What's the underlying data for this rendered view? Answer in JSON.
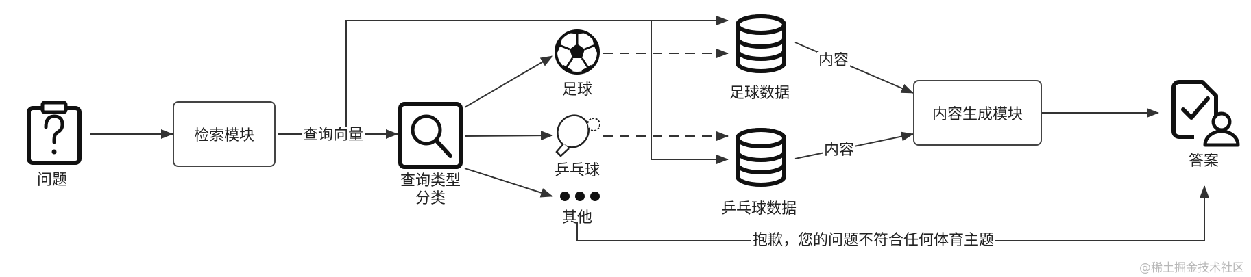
{
  "nodes": {
    "question": "问题",
    "retrieval_module": "检索模块",
    "query_vector": "查询向量",
    "query_type_line1": "查询类型",
    "query_type_line2": "分类",
    "football": "足球",
    "pingpong": "乒乓球",
    "other": "其他",
    "football_data": "足球数据",
    "pingpong_data": "乒乓球数据",
    "content_top": "内容",
    "content_bottom": "内容",
    "generation_module": "内容生成模块",
    "answer": "答案",
    "fallback": "抱歉，您的问题不符合任何体育主题"
  },
  "watermark": "@稀土掘金技术社区",
  "icons": [
    "question-clipboard-icon",
    "magnifier-icon",
    "soccer-ball-icon",
    "pingpong-paddle-icon",
    "ellipsis-icon",
    "database-icon",
    "user-check-icon"
  ]
}
